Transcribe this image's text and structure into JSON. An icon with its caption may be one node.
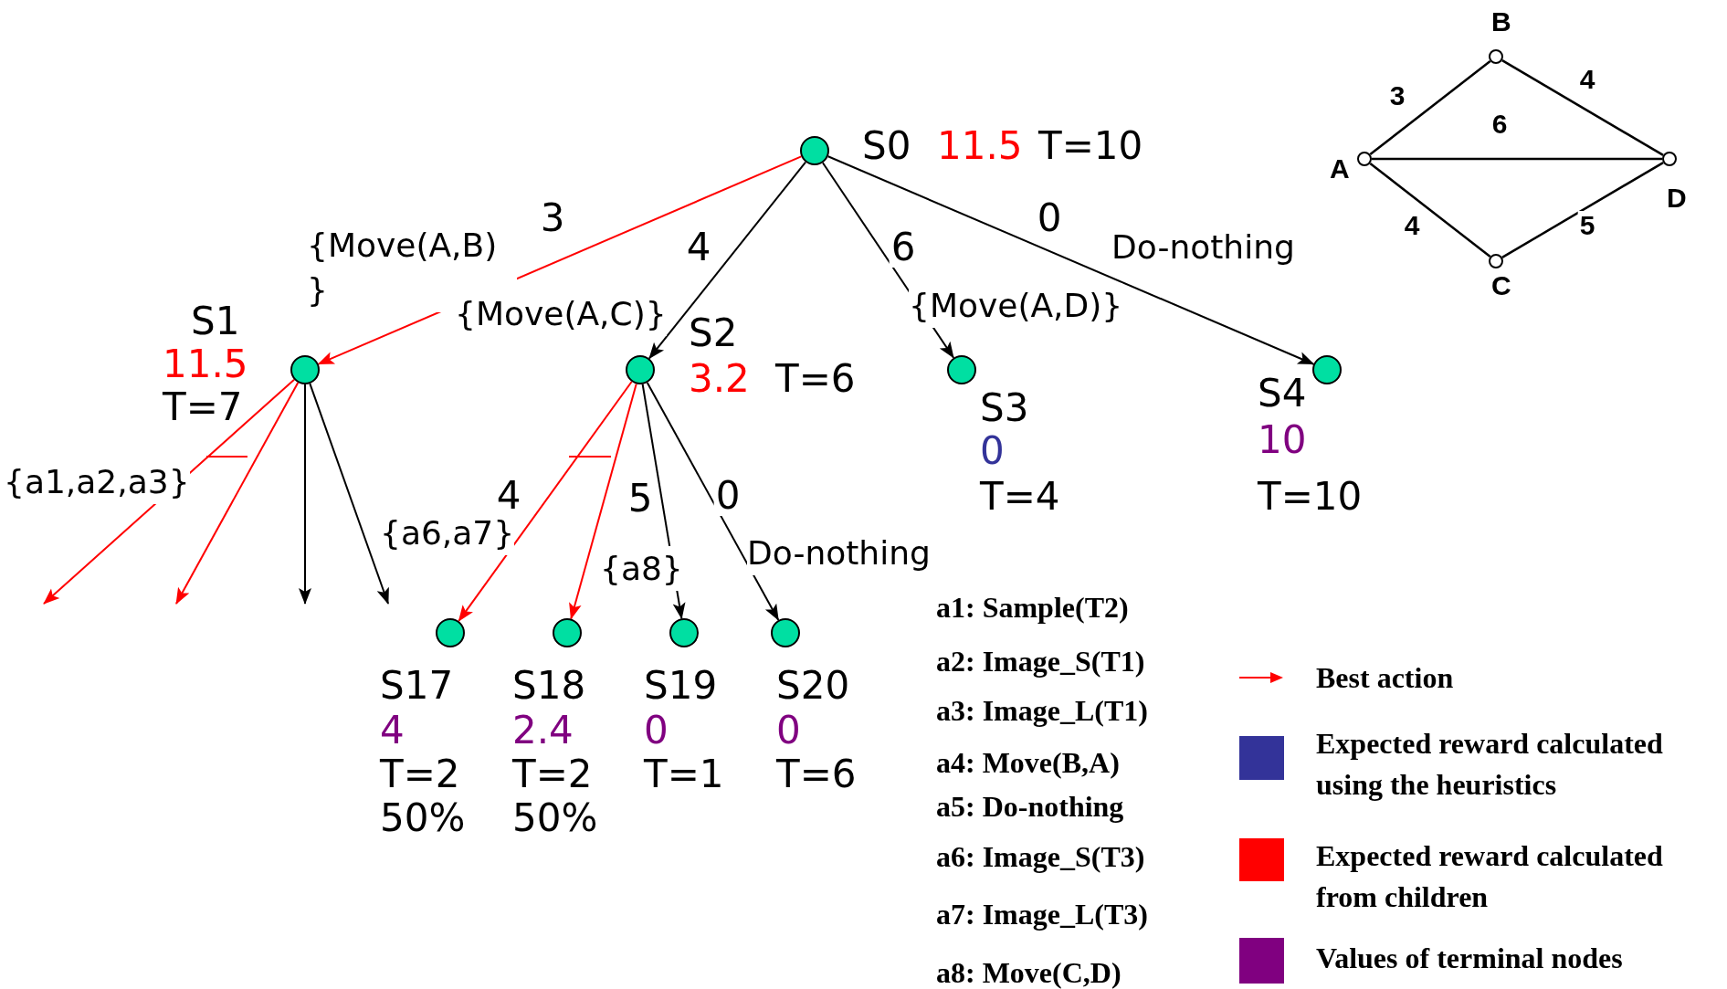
{
  "diagram": {
    "nodes": [
      {
        "text": [
          "S0",
          "11.5",
          "T=10"
        ]
      },
      {
        "text": [
          "S1",
          "11.5",
          "T=7"
        ]
      },
      {
        "text": [
          "S2",
          "3.2",
          "T=6"
        ]
      },
      {
        "text": [
          "S3",
          "0",
          "T=4"
        ]
      },
      {
        "text": [
          "S4",
          "10",
          "T=10"
        ]
      },
      {
        "text": [
          "S17",
          "4",
          "T=2",
          "50%"
        ]
      },
      {
        "text": [
          "S18",
          "2.4",
          "T=2",
          "50%"
        ]
      },
      {
        "text": [
          "S19",
          "0",
          "T=1"
        ]
      },
      {
        "text": [
          "S20",
          "0",
          "T=6"
        ]
      },
      {
        "text": [
          "B"
        ]
      },
      {
        "text": [
          "A"
        ]
      },
      {
        "text": [
          "D"
        ]
      },
      {
        "text": [
          "C"
        ]
      }
    ],
    "edges": [
      {
        "from": 0,
        "to": 1,
        "arrow": "to",
        "label": "3",
        "color": "#ff0000"
      },
      {
        "from": 0,
        "to": 2,
        "arrow": "to",
        "label": "4"
      },
      {
        "from": 0,
        "to": 3,
        "arrow": "to",
        "label": "6"
      },
      {
        "from": 0,
        "to": 4,
        "arrow": "to",
        "label": "0"
      },
      {
        "from": 1,
        "to": null,
        "arrow": "to",
        "color": "#ff0000"
      },
      {
        "from": 1,
        "to": null,
        "arrow": "to",
        "color": "#ff0000"
      },
      {
        "from": 1,
        "to": null,
        "arrow": "to"
      },
      {
        "from": 1,
        "to": null,
        "arrow": "to"
      },
      {
        "from": 2,
        "to": 5,
        "arrow": "to",
        "label": "4",
        "color": "#ff0000"
      },
      {
        "from": 2,
        "to": 6,
        "arrow": "to",
        "color": "#ff0000"
      },
      {
        "from": 2,
        "to": 7,
        "arrow": "to",
        "label": "5"
      },
      {
        "from": 2,
        "to": 8,
        "arrow": "to",
        "label": "0"
      },
      {
        "from": 10,
        "to": 9,
        "arrow": "none",
        "label": "3"
      },
      {
        "from": 9,
        "to": 11,
        "arrow": "none",
        "label": "4"
      },
      {
        "from": 10,
        "to": 11,
        "arrow": "none",
        "label": "6"
      },
      {
        "from": 10,
        "to": 12,
        "arrow": "none",
        "label": "4"
      },
      {
        "from": 12,
        "to": 11,
        "arrow": "none",
        "label": "5"
      }
    ],
    "labels": [
      "{Move(A,B) }",
      "Do-nothing",
      "{Move(A,D)}",
      "{Move(A,C)}",
      "{a1,a2,a3}",
      "{a6,a7}",
      "Do-nothing",
      "{a8}",
      "a1: Sample(T2)",
      "a2: Image_S(T1)",
      "a3: Image_L(T1)",
      "a4: Move(B,A)",
      "a5: Do-nothing",
      "a6: Image_S(T3)",
      "a7: Image_L(T3)",
      "a8: Move(C,D)"
    ],
    "legend": [
      {
        "text": "Best action"
      },
      {
        "text": "Expected reward calculated using the heuristics",
        "color": "#333399"
      },
      {
        "text": "Expected reward calculated from children",
        "color": "#ff0000"
      },
      {
        "text": "Values of terminal nodes",
        "color": "#800080"
      }
    ]
  }
}
